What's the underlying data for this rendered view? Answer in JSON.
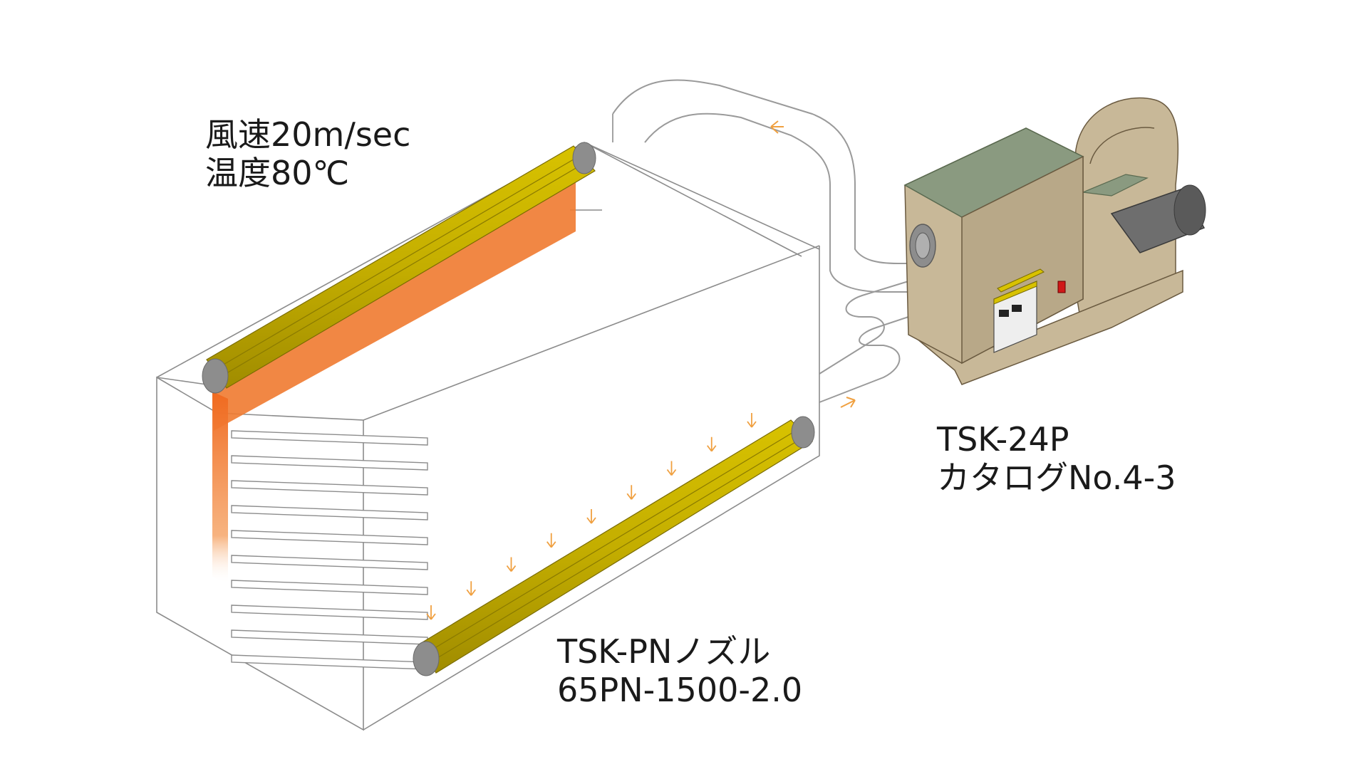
{
  "colors": {
    "background": "#ffffff",
    "outline": "#8c8c8c",
    "duct": "#9a9a9a",
    "nozzle": "#c9b400",
    "nozzle_stripe": "#a89400",
    "nozzle_cap": "#8d8d8d",
    "heat_top": "#f07a30",
    "airflow_arrow": "#f0a040",
    "machine_body": "#c8b898",
    "machine_panel": "#8a9a80",
    "fan_motor": "#6e6e6e",
    "switch": "#d01818"
  },
  "labels": {
    "air_condition": {
      "line1": "風速20m/sec",
      "line2": "温度80℃"
    },
    "blower": {
      "line1": "TSK-24P",
      "line2": "カタログNo.4-3"
    },
    "nozzle": {
      "line1": "TSK-PNノズル",
      "line2": "65PN-1500-2.0"
    }
  },
  "icons": {
    "return_flow_arrow": "arrow-left-icon",
    "supply_flow_arrow": "arrow-right-icon",
    "nozzle_jet_arrow": "arrow-down-icon"
  }
}
